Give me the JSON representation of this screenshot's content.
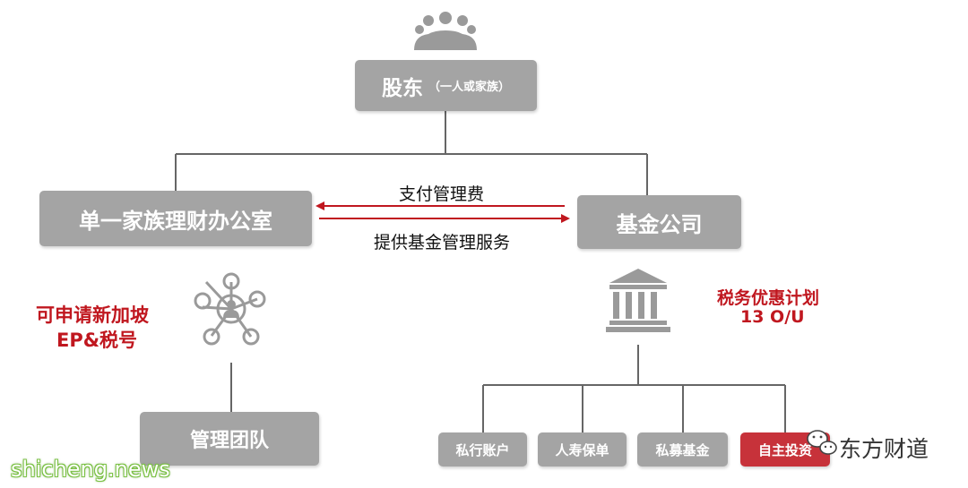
{
  "shareholder": {
    "label": "股东",
    "sub": "（一人或家族）"
  },
  "sfo": {
    "label": "单一家族理财办公室"
  },
  "fund": {
    "label": "基金公司"
  },
  "flows": {
    "top": "支付管理费",
    "bottom": "提供基金管理服务"
  },
  "left_note": {
    "line1": "可申请新加坡",
    "line2": "EP&税号"
  },
  "right_note": {
    "line1": "税务优惠计划",
    "line2": "13 O/U"
  },
  "team": {
    "label": "管理团队"
  },
  "leaves": [
    "私行账户",
    "人寿保单",
    "私募基金",
    "自主投资"
  ],
  "watermarks": {
    "left": "shicheng.news",
    "right": "东方财道"
  },
  "icons": {
    "shareholder": "group-icon",
    "team": "network-people-icon",
    "fund": "bank-building-icon",
    "wechat": "wechat-icon"
  },
  "colors": {
    "box": "#a4a4a4",
    "accent": "#c0171f",
    "highlight": "#c7323a"
  }
}
